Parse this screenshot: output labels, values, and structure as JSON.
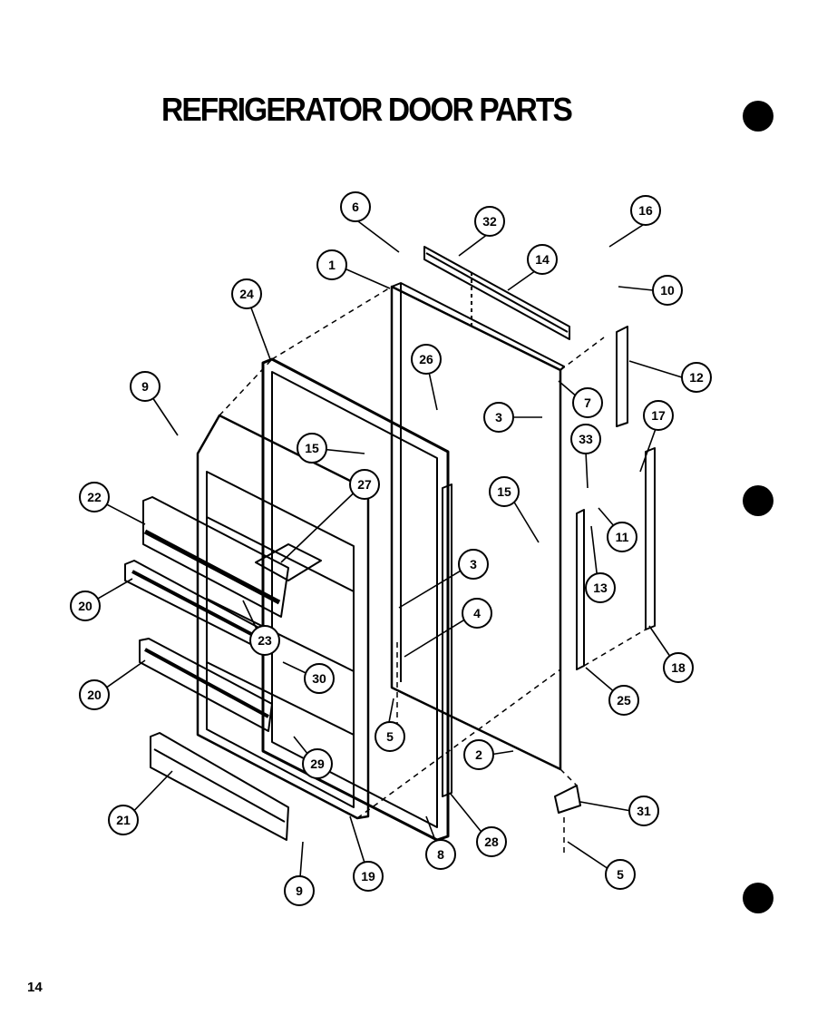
{
  "title": "REFRIGERATOR DOOR PARTS",
  "page_number": "14",
  "callouts": [
    "1",
    "2",
    "3",
    "3",
    "4",
    "5",
    "5",
    "6",
    "7",
    "8",
    "9",
    "9",
    "10",
    "11",
    "12",
    "13",
    "14",
    "15",
    "15",
    "16",
    "17",
    "18",
    "19",
    "20",
    "20",
    "21",
    "22",
    "23",
    "24",
    "25",
    "26",
    "27",
    "28",
    "29",
    "30",
    "31",
    "32",
    "33"
  ]
}
